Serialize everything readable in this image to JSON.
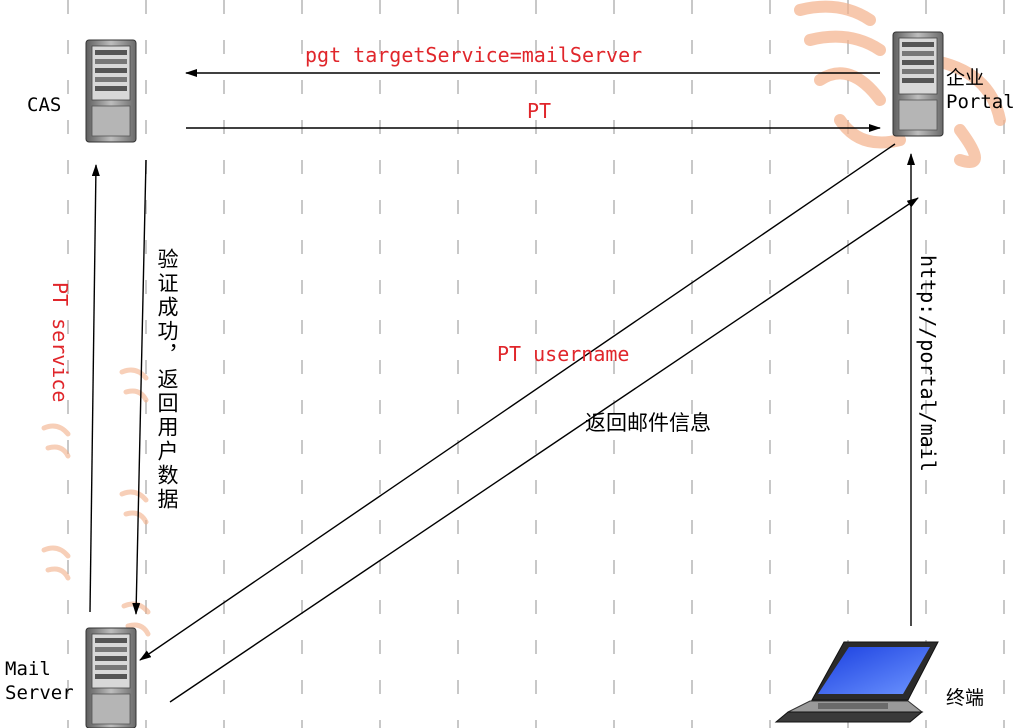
{
  "nodes": {
    "cas": "CAS",
    "portal": "企业\nPortal",
    "mail_server": "Mail\nServer",
    "terminal": "终端"
  },
  "messages": {
    "pgt_request": "pgt  targetService=mailServer",
    "pt_response": "PT",
    "pt_service": "PT   service",
    "validate_success": "验证成功，返回用户数据",
    "pt_username": "PT username",
    "return_mail_info": "返回邮件信息",
    "http_request": "http://portal/mail"
  },
  "colors": {
    "message_red": "#e0262b",
    "arrow": "#000000",
    "guide_dash": "#c8c8c8",
    "watermark": "#f3b08a"
  }
}
